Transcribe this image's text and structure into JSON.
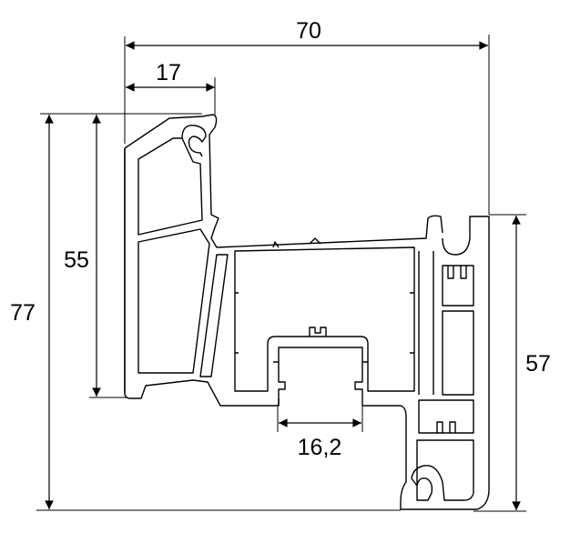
{
  "dimensions": {
    "overall_width": "70",
    "sash_width": "17",
    "sash_height": "55",
    "overall_height": "77",
    "frame_height": "57",
    "reinforcement_width": "16,2"
  },
  "colors": {
    "line": "#000000",
    "background": "#ffffff"
  }
}
